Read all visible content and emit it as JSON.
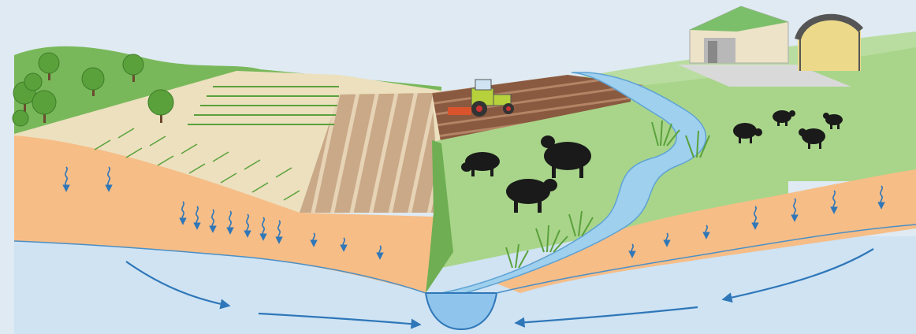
{
  "scene": {
    "type": "agricultural-landscape-groundwater-cross-section",
    "elements": [
      "trees",
      "crop-rows",
      "harvested-field",
      "plowed-field",
      "tractor",
      "farm-barn",
      "covered-manure-storage",
      "river",
      "riparian-reeds",
      "cattle",
      "sheep",
      "soil-layer",
      "aquifer",
      "infiltration-arrows",
      "groundwater-flow-arrows"
    ],
    "counts": {
      "cattle": 3,
      "sheep": 4,
      "trees": 8
    },
    "colors": {
      "sky": "#dfeaf2",
      "hill_green": "#79b85a",
      "meadow_green": "#a9d58a",
      "crop_field": "#ece0bf",
      "soil_orange": "#f6bd87",
      "aquifer_blue": "#cfe3f3",
      "water_blue": "#9fd0ee",
      "arrow_blue": "#2f77b8",
      "plowed_brown": "#8a5a40",
      "animal_black": "#1a1a1a"
    }
  }
}
